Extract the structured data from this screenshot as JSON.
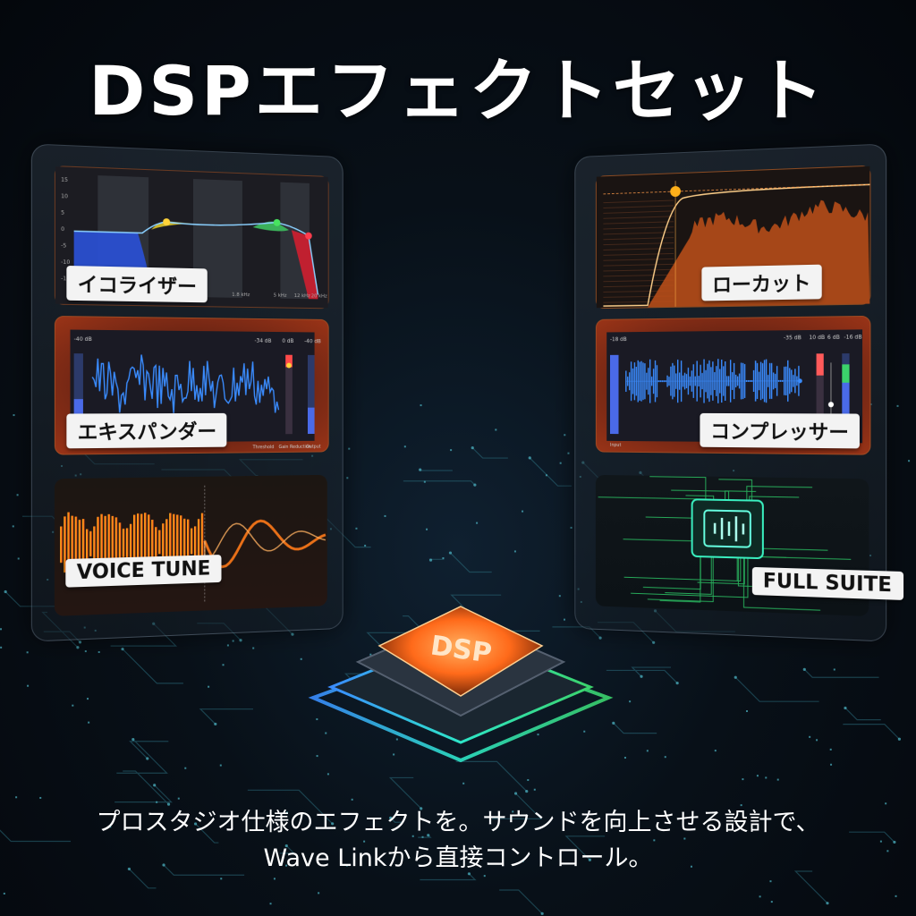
{
  "title": "DSPエフェクトセット",
  "left_cards": [
    {
      "name": "eq",
      "label": "イコライザー",
      "freq_labels": [
        "1.8 kHz",
        "5 kHz",
        "12 kHz",
        "20 kHz"
      ],
      "scale": [
        "15",
        "10",
        "5",
        "0",
        "-5",
        "-10",
        "-15"
      ]
    },
    {
      "name": "expander",
      "label": "エキスパンダー",
      "top_left": "-40 dB",
      "top_right": "-34 dB",
      "meter_label": "0 dB",
      "meter_label2": "-40 dB",
      "bottom1": "Threshold",
      "bottom2": "Gain Reduction",
      "bottom3": "Output"
    },
    {
      "name": "voice-tune",
      "label": "VOICE TUNE"
    }
  ],
  "right_cards": [
    {
      "name": "low-cut",
      "label": "ローカット"
    },
    {
      "name": "compressor",
      "label": "コンプレッサー",
      "top_left": "-18 dB",
      "top_right": "-35 dB",
      "meter_label": "10 dB",
      "meter_label2": "6 dB",
      "meter_label3": "-16 dB",
      "bottom1": "Input"
    },
    {
      "name": "full-suite",
      "label": "FULL SUITE"
    }
  ],
  "chip_text": "DSP",
  "caption_line1": "プロスタジオ仕様のエフェクトを。サウンドを向上させる設計で、",
  "caption_line2": "Wave Linkから直接コントロール。",
  "colors": {
    "accent_orange": "#ff7a1a",
    "accent_blue": "#3a8cff",
    "accent_teal": "#2ee6c8",
    "accent_green": "#3bd26b"
  }
}
